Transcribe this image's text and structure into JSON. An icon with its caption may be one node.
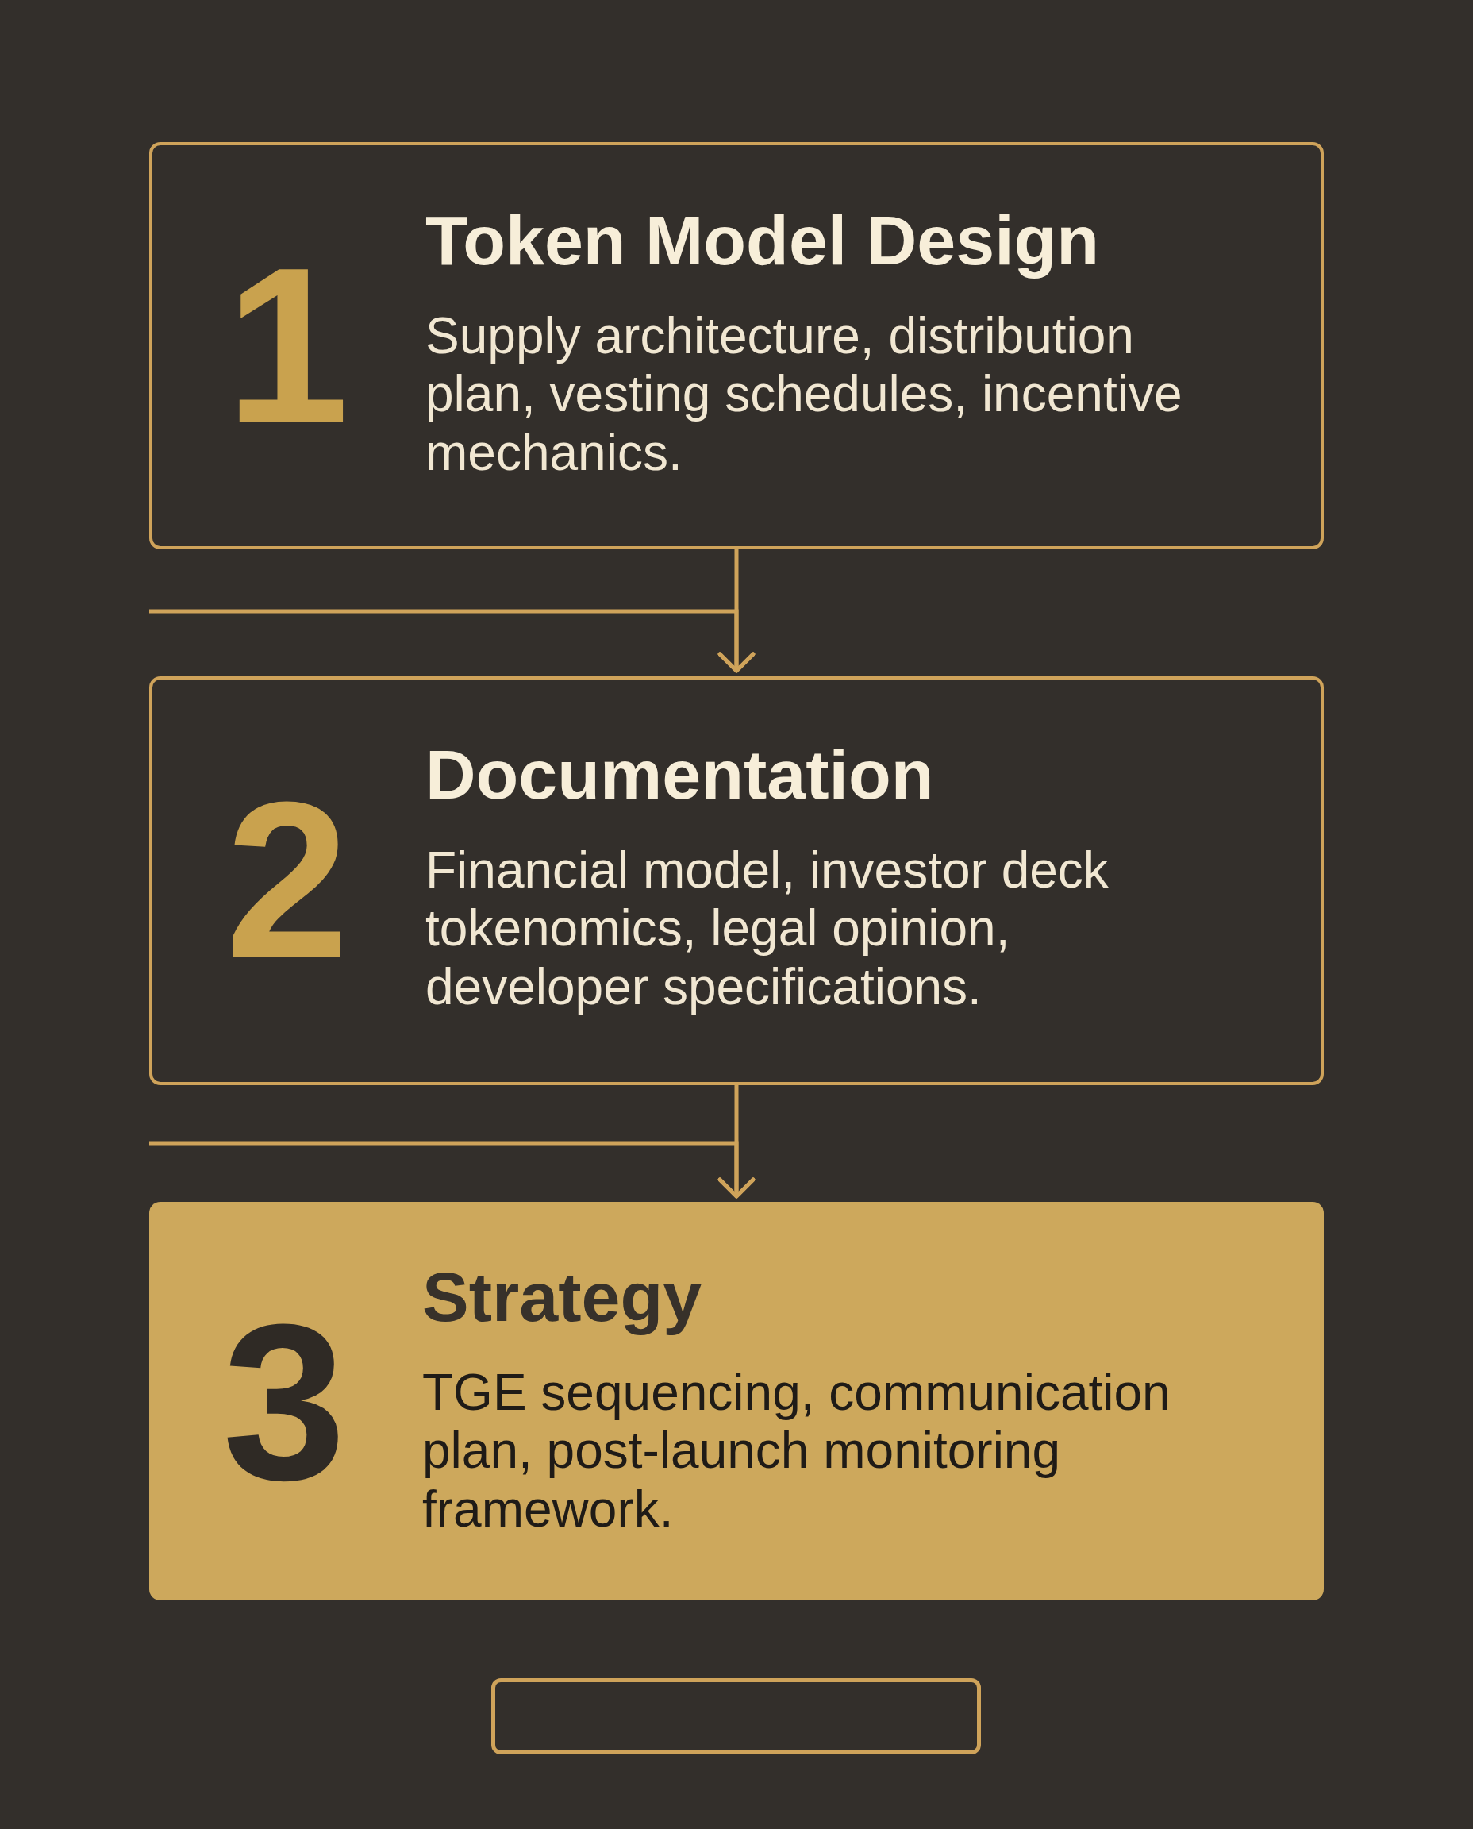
{
  "diagram": {
    "nodes": [
      {
        "text": [
          "1",
          "Token Model Design",
          "Supply architecture, distribution plan, vesting schedules, incentive mechanics."
        ]
      },
      {
        "text": [
          "2",
          "Documentation",
          "Financial model, investor deck tokenomics, legal opinion, developer specifications."
        ]
      },
      {
        "text": [
          "3",
          "Strategy",
          "TGE sequencing, communication plan, post-launch monitoring framework."
        ]
      },
      {
        "text": [],
        "shape": "box"
      }
    ],
    "edges": [
      {
        "from": 0,
        "to": 1,
        "arrow": "to"
      },
      {
        "from": null,
        "to": 1,
        "arrow": "to"
      },
      {
        "from": 1,
        "to": 2,
        "arrow": "to"
      },
      {
        "from": null,
        "to": 2,
        "arrow": "to"
      }
    ]
  }
}
